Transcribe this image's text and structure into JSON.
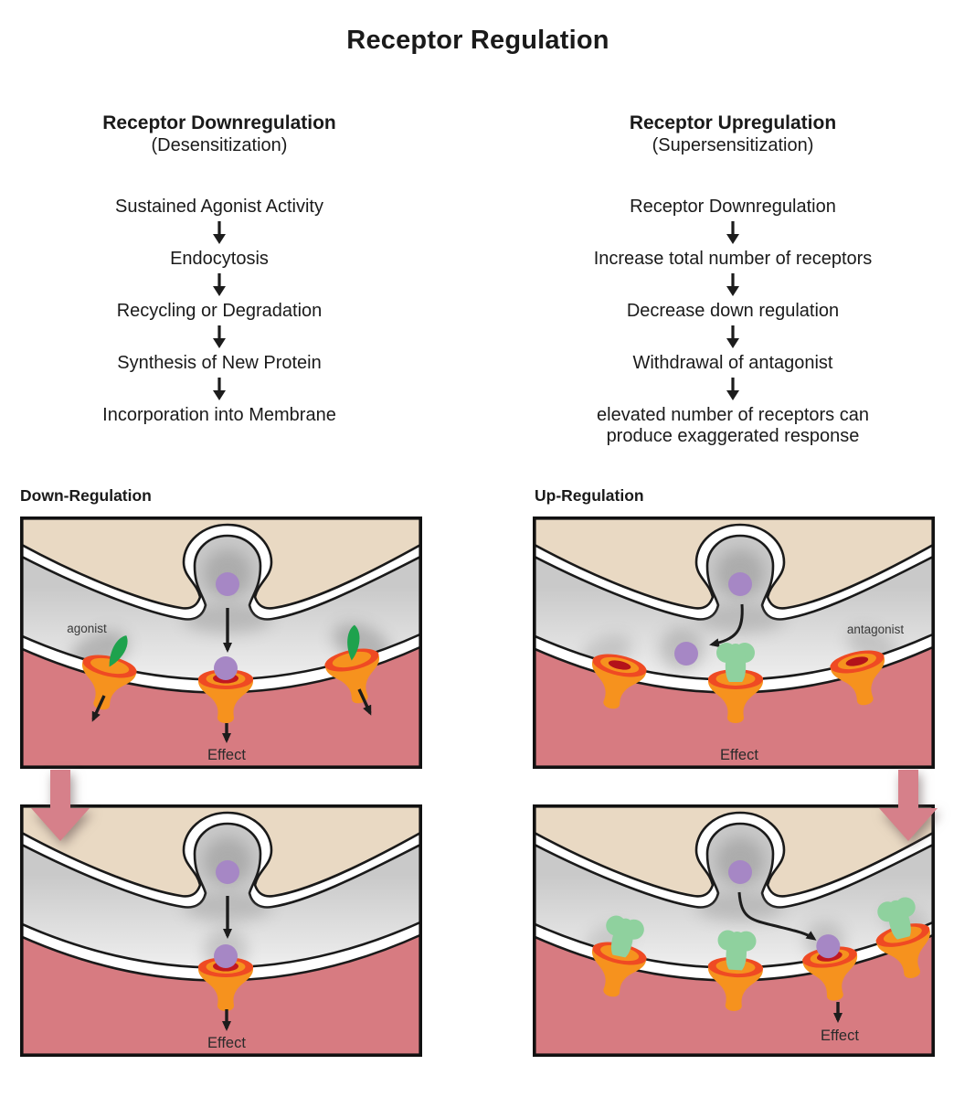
{
  "title": "Receptor Regulation",
  "flowcharts": {
    "downregulation": {
      "heading": "Receptor Downregulation",
      "subheading": "(Desensitization)",
      "steps": [
        "Sustained Agonist Activity",
        "Endocytosis",
        "Recycling or Degradation",
        "Synthesis of New Protein",
        "Incorporation into Membrane"
      ]
    },
    "upregulation": {
      "heading": "Receptor Upregulation",
      "subheading": "(Supersensitization)",
      "steps": [
        "Receptor Downregulation",
        "Increase total number of receptors",
        "Decrease down regulation",
        "Withdrawal of antagonist",
        "elevated number of receptors can produce exaggerated response"
      ]
    }
  },
  "panels": {
    "down_top": {
      "title": "Down-Regulation",
      "molecule_label": "agonist",
      "effect": "Effect"
    },
    "up_top": {
      "title": "Up-Regulation",
      "molecule_label": "antagonist",
      "effect": "Effect"
    },
    "down_bottom": {
      "effect": "Effect"
    },
    "up_bottom": {
      "effect": "Effect"
    }
  },
  "colors": {
    "agonist_green": "#1EA24D",
    "antagonist_green": "#8FD19E",
    "neurotransmitter_purple": "#A687C5",
    "receptor_orange": "#F6921E",
    "receptor_rim_red": "#EF4A23",
    "receptor_opening_dark_red": "#B3121A",
    "cytoplasm_pink": "#D77B81",
    "extracellular_beige": "#E9D9C3",
    "connector_arrow_pink": "#D6808A"
  }
}
